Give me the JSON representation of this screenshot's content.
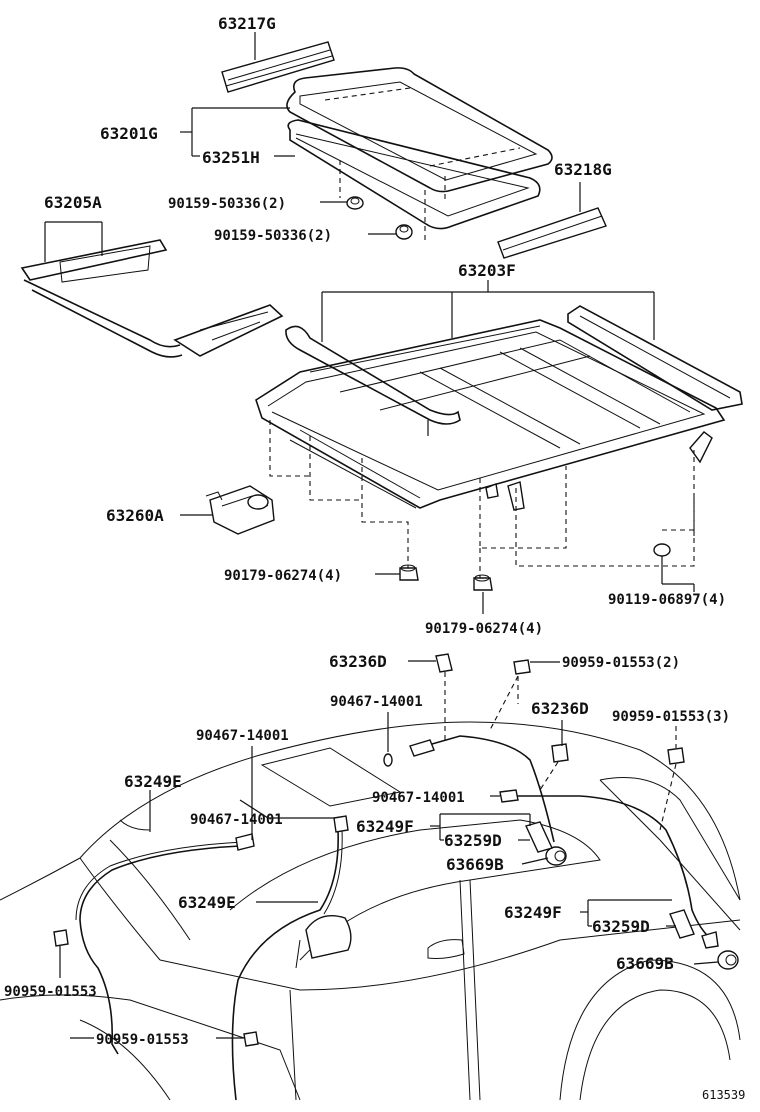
{
  "diagram": {
    "labels": {
      "p63217G": "63217G",
      "p63201G": "63201G",
      "p63251H": "63251H",
      "p63218G": "63218G",
      "p63205A": "63205A",
      "p90159a": "90159-50336(2)",
      "p90159b": "90159-50336(2)",
      "p63203F": "63203F",
      "p63260A": "63260A",
      "p90179a": "90179-06274(4)",
      "p90179b": "90179-06274(4)",
      "p90119": "90119-06897(4)",
      "p63236Da": "63236D",
      "p90959a": "90959-01553(2)",
      "p90467a": "90467-14001",
      "p63236Db": "63236D",
      "p90959b": "90959-01553(3)",
      "p90467b": "90467-14001",
      "p63249Ea": "63249E",
      "p90467c": "90467-14001",
      "p90467d": "90467-14001",
      "p63249Fa": "63249F",
      "p63259Da": "63259D",
      "p63669Ba": "63669B",
      "p63249Eb": "63249E",
      "p63249Fb": "63249F",
      "p63259Db": "63259D",
      "p90959c": "90959-01553",
      "p63669Bb": "63669B",
      "p90959d": "90959-01553",
      "figure_id": "613539"
    }
  }
}
